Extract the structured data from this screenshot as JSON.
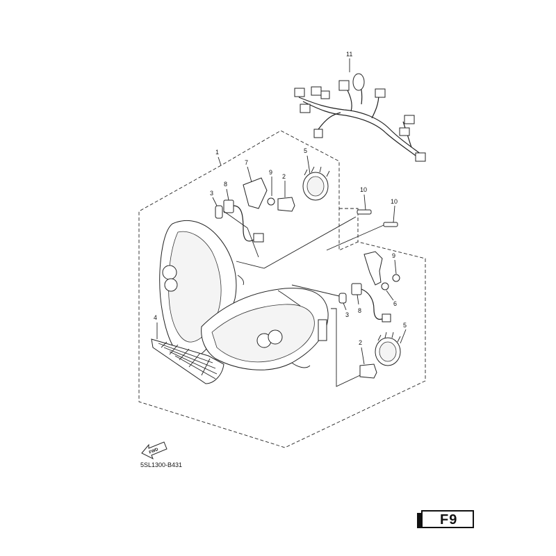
{
  "callouts": {
    "harness": "11",
    "headlight_assy": "1",
    "bracket_left": "7",
    "bulb_socket_left": "9",
    "cap_upper": "5",
    "bulb_upper_left": "3",
    "socket_upper": "8",
    "bulb_h7_upper": "2",
    "screw_a": "10",
    "screw_b": "10",
    "grille": "4",
    "bulb_socket_right": "9",
    "bracket_right": "6",
    "bulb_lower": "3",
    "socket_lower": "8",
    "cap_lower": "5",
    "bulb_h7_lower": "2"
  },
  "fwd_label": "FWD",
  "diagram_code": "5SL1300-B431",
  "page_badge": "F9",
  "icons": {
    "fwd_arrow": "fwd-arrow-icon"
  }
}
